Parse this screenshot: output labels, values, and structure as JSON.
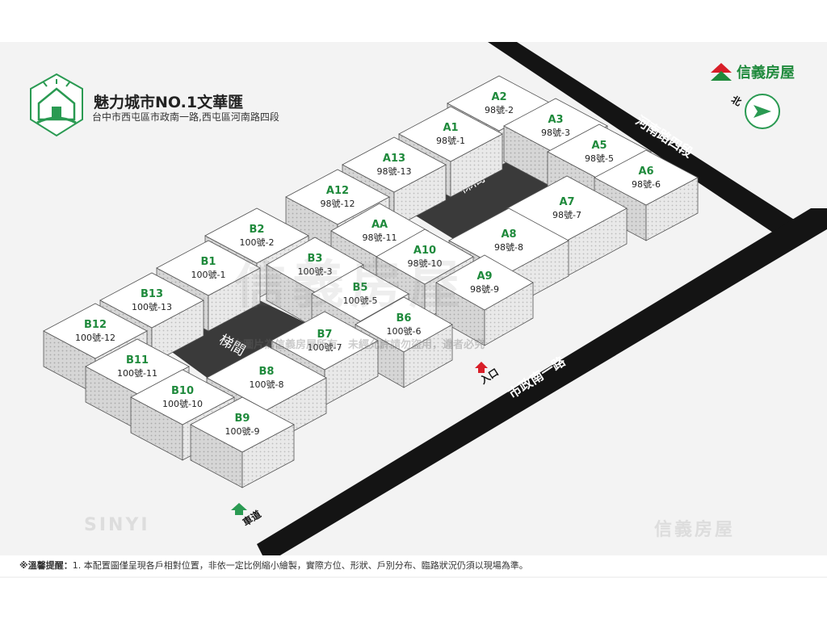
{
  "project": {
    "title": "魅力城市NO.1文華匯",
    "address": "台中市西屯區市政南一路,西屯區河南路四段"
  },
  "brand": {
    "name": "信義房屋",
    "latin": "SINYI",
    "color": "#1f8a3c",
    "accent": "#d81e28"
  },
  "compass": {
    "label": "北"
  },
  "roads": {
    "northeast": "河南路四段",
    "south": "市政南一路"
  },
  "markers": {
    "entrance": "入口",
    "driveway": "車道"
  },
  "stairs": {
    "a": "梯間",
    "b": "梯間"
  },
  "watermark": {
    "big": "信義房屋",
    "line": "本圖片為信義房屋所有，未經允許請勿盜用，違者必究",
    "corner_left": "SINYI",
    "corner_right": "信義房屋"
  },
  "footer": {
    "label": "※溫馨提醒：",
    "text": "1. 本配置圖僅呈現各戶相對位置，非依一定比例縮小繪製，實際方位、形狀、戶別分布、臨路狀況仍須以現場為準。"
  },
  "units": [
    {
      "code": "A2",
      "no": "98號-2"
    },
    {
      "code": "A3",
      "no": "98號-3"
    },
    {
      "code": "A1",
      "no": "98號-1"
    },
    {
      "code": "A5",
      "no": "98號-5"
    },
    {
      "code": "A13",
      "no": "98號-13"
    },
    {
      "code": "A6",
      "no": "98號-6"
    },
    {
      "code": "A12",
      "no": "98號-12"
    },
    {
      "code": "A7",
      "no": "98號-7"
    },
    {
      "code": "AA",
      "no": "98號-11"
    },
    {
      "code": "A8",
      "no": "98號-8"
    },
    {
      "code": "A10",
      "no": "98號-10"
    },
    {
      "code": "A9",
      "no": "98號-9"
    },
    {
      "code": "B2",
      "no": "100號-2"
    },
    {
      "code": "B3",
      "no": "100號-3"
    },
    {
      "code": "B1",
      "no": "100號-1"
    },
    {
      "code": "B5",
      "no": "100號-5"
    },
    {
      "code": "B13",
      "no": "100號-13"
    },
    {
      "code": "B6",
      "no": "100號-6"
    },
    {
      "code": "B12",
      "no": "100號-12"
    },
    {
      "code": "B7",
      "no": "100號-7"
    },
    {
      "code": "B11",
      "no": "100號-11"
    },
    {
      "code": "B8",
      "no": "100號-8"
    },
    {
      "code": "B10",
      "no": "100號-10"
    },
    {
      "code": "B9",
      "no": "100號-9"
    }
  ]
}
